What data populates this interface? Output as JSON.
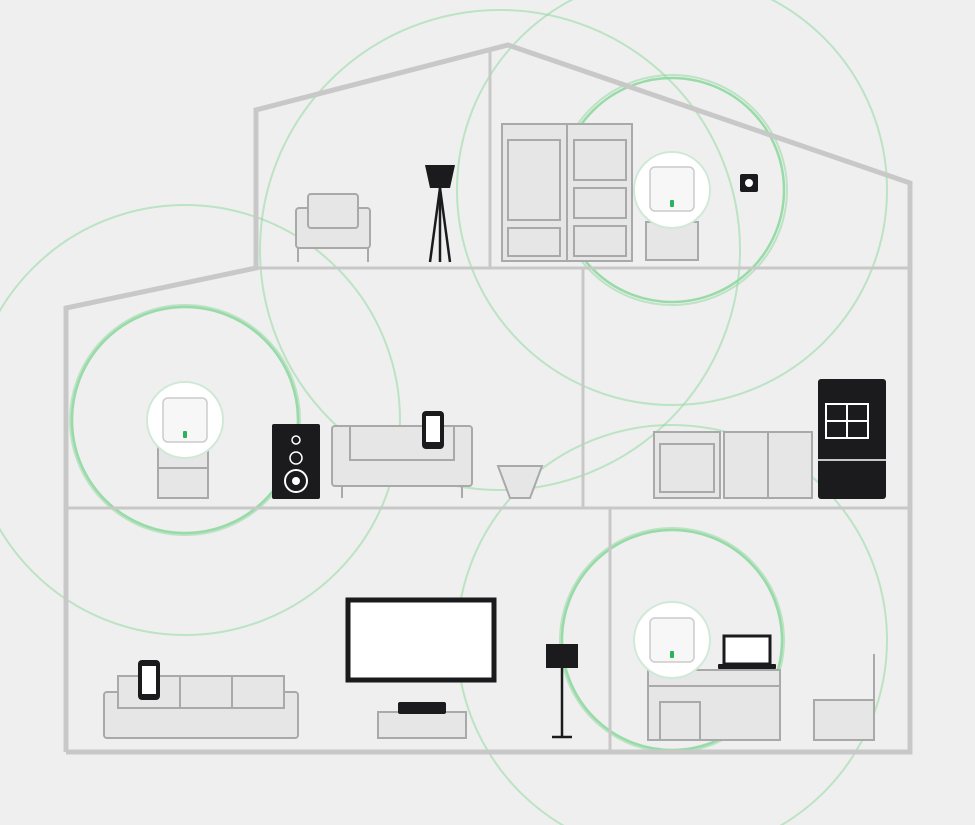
{
  "colors": {
    "background": "#efefef",
    "wall": "#c8c8c8",
    "signal": "#8fd8a0",
    "router_led": "#2bb35b",
    "dark_device": "#1b1b1d"
  },
  "house": {
    "floors": [
      "attic",
      "middle",
      "ground"
    ],
    "rooms": [
      "attic-living",
      "attic-bedroom",
      "living-room",
      "kitchen",
      "ground-living",
      "office"
    ]
  },
  "icons": {
    "router": "mesh-router-icon",
    "phone": "smartphone-icon",
    "tv": "tv-icon",
    "speaker": "speaker-icon",
    "fridge": "fridge-icon",
    "laptop": "laptop-icon",
    "camera": "security-camera-icon",
    "lamp": "floor-lamp-icon"
  },
  "mesh_nodes": [
    "attic-bedroom",
    "living-room",
    "office"
  ]
}
